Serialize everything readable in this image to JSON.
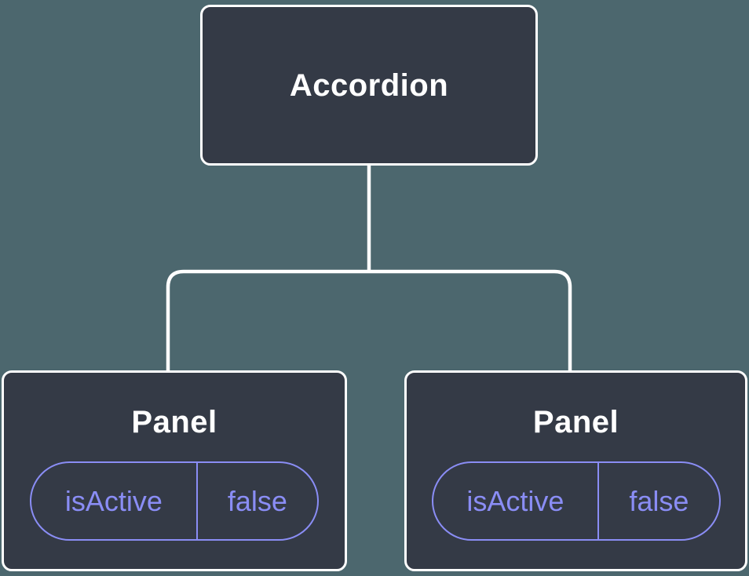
{
  "tree": {
    "root": {
      "label": "Accordion"
    },
    "panels": [
      {
        "label": "Panel",
        "state": {
          "name": "isActive",
          "value": "false"
        }
      },
      {
        "label": "Panel",
        "state": {
          "name": "isActive",
          "value": "false"
        }
      }
    ]
  },
  "colors": {
    "background": "#4c676e",
    "node_fill": "#343a46",
    "node_border": "#ffffff",
    "node_text": "#ffffff",
    "state_accent": "#8a8df5"
  }
}
